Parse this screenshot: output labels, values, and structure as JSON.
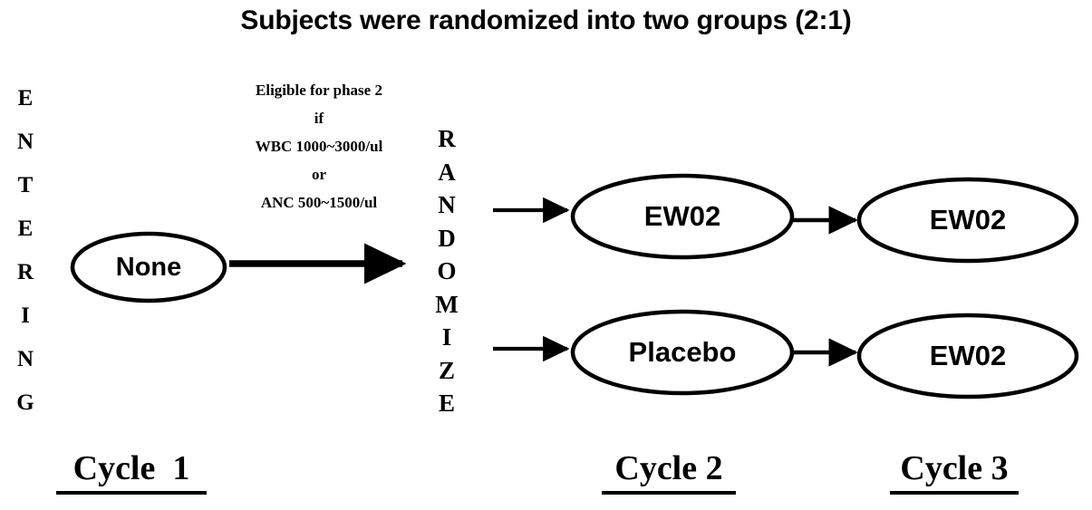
{
  "title": "Subjects were randomized into two groups (2:1)",
  "entering_label": {
    "word": "ENTERING",
    "letters": [
      "E",
      "N",
      "T",
      "E",
      "R",
      "I",
      "N",
      "G"
    ]
  },
  "randomize_label": {
    "word": "RANDOMIZE",
    "letters": [
      "R",
      "A",
      "N",
      "D",
      "O",
      "M",
      "I",
      "Z",
      "E"
    ]
  },
  "eligibility_note": {
    "lines": [
      "Eligible for phase 2",
      "if",
      "WBC 1000~3000/ul",
      "or",
      "ANC 500~1500/ul"
    ]
  },
  "nodes": {
    "none": "None",
    "cycle2_treatment": "EW02",
    "cycle2_control": "Placebo",
    "cycle3_treatment": "EW02",
    "cycle3_control": "EW02"
  },
  "cycles": [
    {
      "id": "cycle-1",
      "label": "Cycle  1"
    },
    {
      "id": "cycle-2",
      "label": "Cycle 2"
    },
    {
      "id": "cycle-3",
      "label": "Cycle 3"
    }
  ],
  "colors": {
    "stroke": "#000000",
    "background": "#ffffff",
    "text": "#000000"
  }
}
